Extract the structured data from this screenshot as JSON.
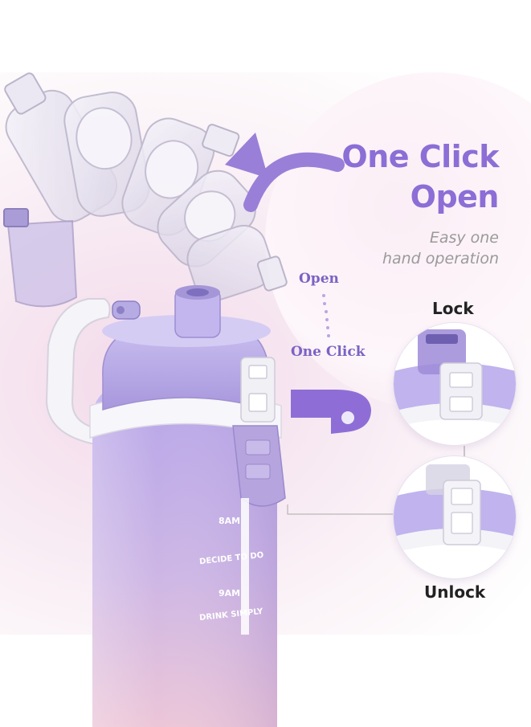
{
  "headline": {
    "line1": "One Click",
    "line2": "Open"
  },
  "subtitle": {
    "line1": "Easy one",
    "line2": "hand operation"
  },
  "labels": {
    "open": "Open",
    "one_click": "One Click",
    "lock": "Lock",
    "unlock": "Unlock"
  },
  "bottle_markings": {
    "time_1": "8AM",
    "phrase_1": "DECIDE TO DO",
    "time_2": "9AM",
    "phrase_2": "DRINK SIMPLY"
  },
  "colors": {
    "accent": "#8c6ed6",
    "bottle_top": "#b8a8e8",
    "bottle_bottom": "#e9c3d8"
  }
}
